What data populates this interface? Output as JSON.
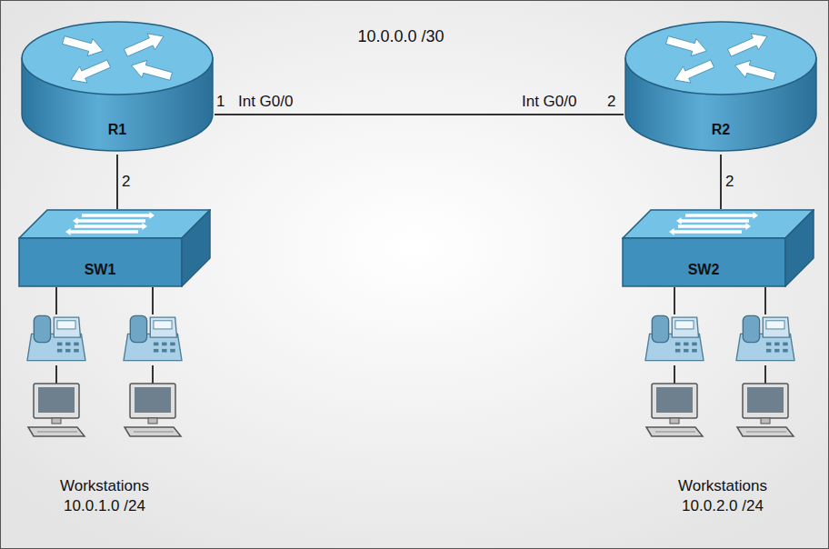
{
  "diagram": {
    "nodes": [
      {
        "text": [
          "R1"
        ]
      },
      {
        "text": [
          "R2"
        ]
      },
      {
        "text": [
          "SW1"
        ]
      },
      {
        "text": [
          "SW2"
        ]
      }
    ],
    "edges": [
      {
        "from": 0,
        "to": 1,
        "label": "10.0.0.0 /30",
        "arrow": "none"
      },
      {
        "from": 0,
        "to": 2,
        "arrow": "none"
      },
      {
        "from": 1,
        "to": 3,
        "arrow": "none"
      }
    ],
    "labels": [
      "1",
      "Int G0/0",
      "Int G0/0",
      "2",
      "2",
      "2",
      "Workstations 10.0.1.0 /24",
      "Workstations 10.0.2.0 /24"
    ]
  }
}
